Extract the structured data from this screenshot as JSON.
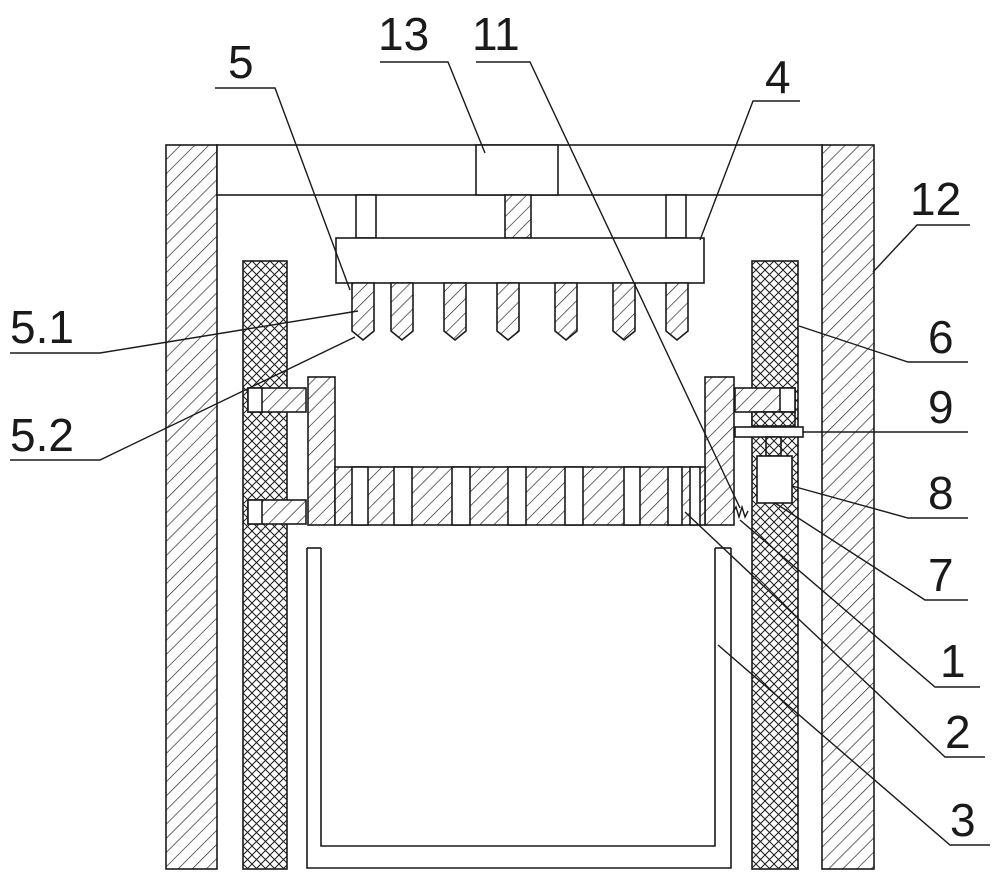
{
  "diagram": {
    "labels": {
      "l13": "13",
      "l11": "11",
      "l5": "5",
      "l4": "4",
      "l12": "12",
      "l5_1": "5.1",
      "l6": "6",
      "l5_2": "5.2",
      "l9": "9",
      "l8": "8",
      "l7": "7",
      "l1": "1",
      "l2": "2",
      "l3": "3"
    },
    "colors": {
      "stroke": "#1a1a1a",
      "fill": "#ffffff"
    }
  }
}
